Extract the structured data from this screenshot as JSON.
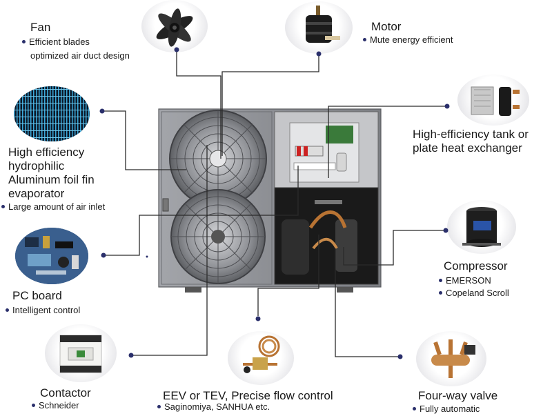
{
  "fan": {
    "title": "Fan",
    "bullets": [
      "Efficient blades",
      "optimized air duct design"
    ]
  },
  "motor": {
    "title": "Motor",
    "bullets": [
      "Mute energy efficient"
    ]
  },
  "evaporator": {
    "title_lines": [
      "High efficiency",
      "hydrophilic",
      "Aluminum foil fin",
      "evaporator"
    ],
    "bullets": [
      "Large amount of air inlet"
    ]
  },
  "exchanger": {
    "title_lines": [
      "High-efficiency tank or",
      "plate heat exchanger"
    ]
  },
  "pcboard": {
    "title": "PC board",
    "bullets": [
      "Intelligent control"
    ]
  },
  "compressor": {
    "title": "Compressor",
    "bullets": [
      "EMERSON",
      "Copeland Scroll"
    ]
  },
  "contactor": {
    "title": "Contactor",
    "bullets": [
      "Schneider"
    ]
  },
  "eev": {
    "title": "EEV  or TEV, Precise flow control",
    "bullets": [
      "Saginomiya, SANHUA etc."
    ]
  },
  "fourway": {
    "title": "Four-way valve",
    "bullets": [
      "Fully automatic"
    ]
  },
  "colors": {
    "bullet": "#2a2f6b",
    "line": "#2b2b2b",
    "unit_body": "#8d8f94"
  }
}
